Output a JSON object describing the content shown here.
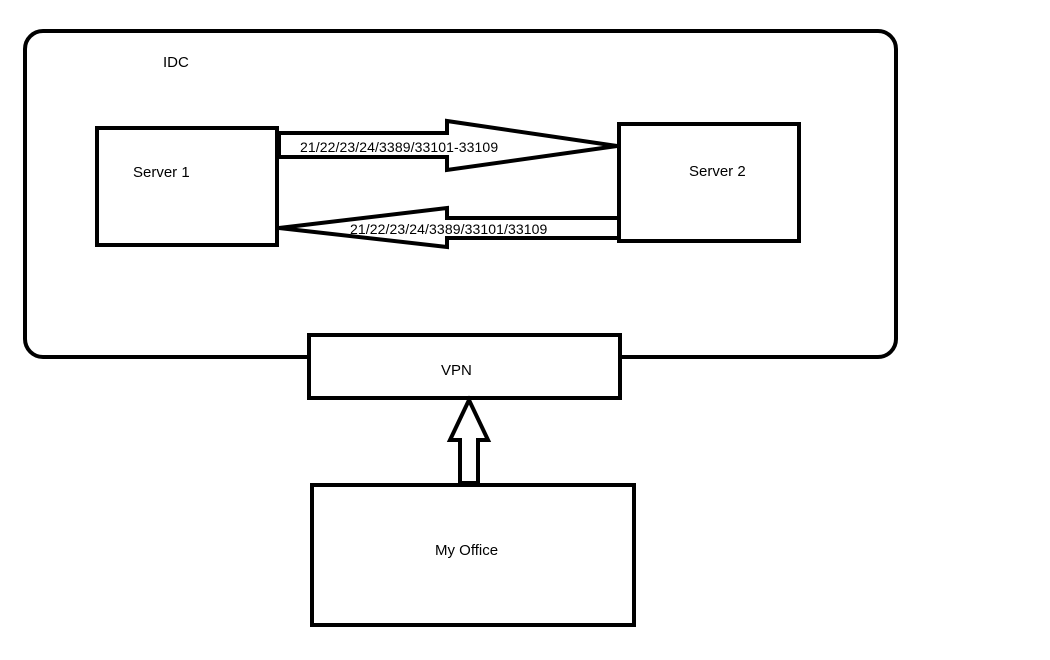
{
  "diagram": {
    "idc_label": "IDC",
    "server1_label": "Server 1",
    "server2_label": "Server 2",
    "arrow_forward_label": "21/22/23/24/3389/33101-33109",
    "arrow_back_label": "21/22/23/24/3389/33101/33109",
    "vpn_label": "VPN",
    "office_label": "My Office"
  }
}
